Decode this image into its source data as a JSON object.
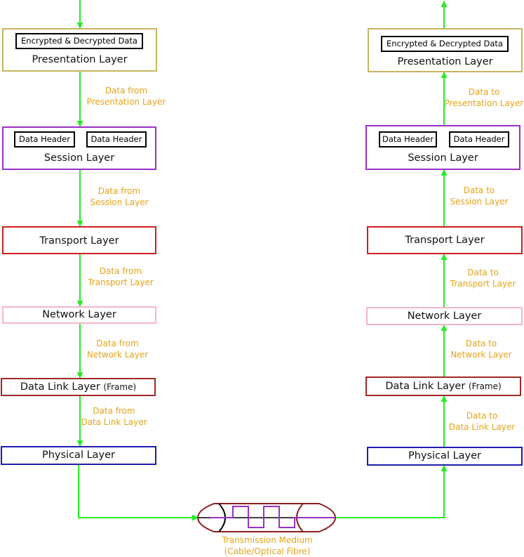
{
  "colors": {
    "arrow": "#22ee22",
    "label": "#e8a317",
    "presentation": "#c8b560",
    "session": "#9b30c8",
    "transport": "#cc1f1f",
    "network": "#f4b6c8",
    "datalink": "#a02828",
    "physical": "#1c1cb0",
    "medium_body": "#8b1e1e",
    "medium_signal": "#9b30c8"
  },
  "sender": {
    "presentation": {
      "title": "Presentation Layer",
      "tag": "Encrypted & Decrypted Data"
    },
    "session": {
      "title": "Session Layer",
      "tag_left": "Data Header",
      "tag_right": "Data Header"
    },
    "transport": {
      "title": "Transport Layer"
    },
    "network": {
      "title": "Network Layer"
    },
    "datalink": {
      "title": "Data Link Layer",
      "suffix": "(Frame)"
    },
    "physical": {
      "title": "Physical Layer"
    },
    "labels": {
      "l1a": "Data from",
      "l1b": "Presentation Layer",
      "l2a": "Data from",
      "l2b": "Session Layer",
      "l3a": "Data from",
      "l3b": "Transport Layer",
      "l4a": "Data from",
      "l4b": "Network Layer",
      "l5a": "Data from",
      "l5b": "Data Link Layer"
    }
  },
  "receiver": {
    "presentation": {
      "title": "Presentation Layer",
      "tag": "Encrypted & Decrypted Data"
    },
    "session": {
      "title": "Session Layer",
      "tag_left": "Data Header",
      "tag_right": "Data Header"
    },
    "transport": {
      "title": "Transport Layer"
    },
    "network": {
      "title": "Network Layer"
    },
    "datalink": {
      "title": "Data Link Layer",
      "suffix": "(Frame)"
    },
    "physical": {
      "title": "Physical Layer"
    },
    "labels": {
      "l1a": "Data to",
      "l1b": "Presentation Layer",
      "l2a": "Data to",
      "l2b": "Session Layer",
      "l3a": "Data to",
      "l3b": "Transport Layer",
      "l4a": "Data to",
      "l4b": "Network Layer",
      "l5a": "Data to",
      "l5b": "Data Link Layer"
    }
  },
  "medium": {
    "line1": "Transmission Medium",
    "line2": "(Cable/Optical Fibre)"
  }
}
